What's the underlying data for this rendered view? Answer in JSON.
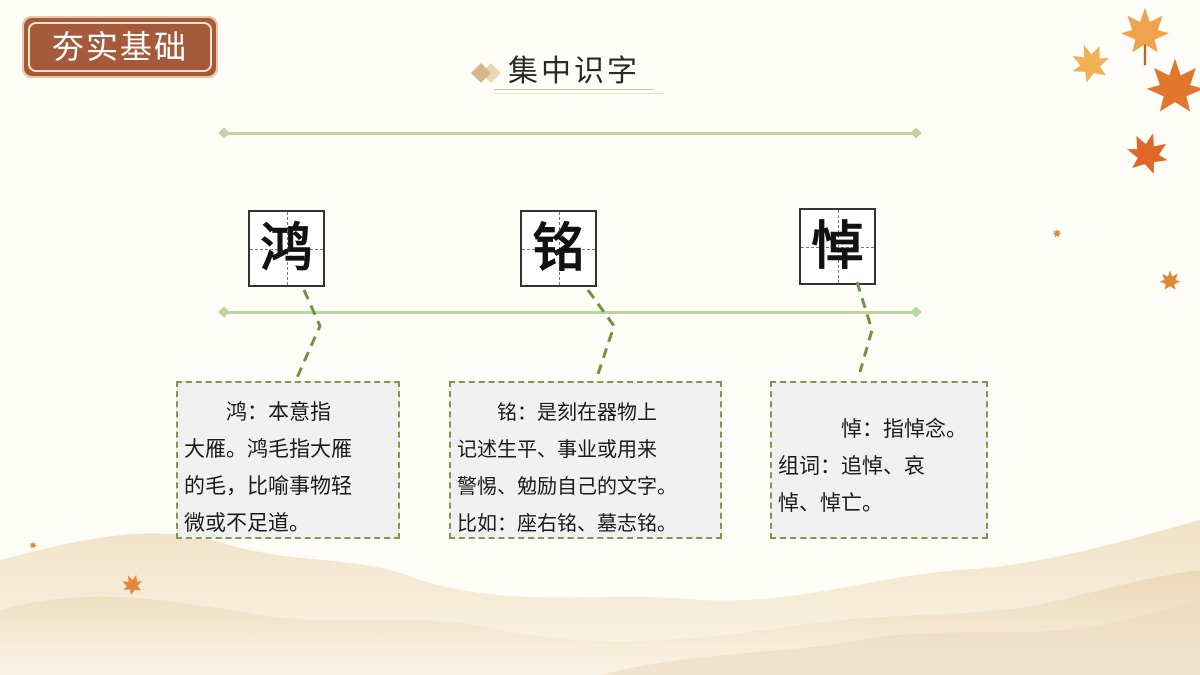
{
  "badge": {
    "label": "夯实基础"
  },
  "section": {
    "title": "集中识字"
  },
  "characters": [
    {
      "char": "鸿",
      "note_lines": [
        "鸿：本意指",
        "大雁。鸿毛指大雁",
        "的毛，比喻事物轻",
        "微或不足道。"
      ]
    },
    {
      "char": "铭",
      "note_lines": [
        "铭：是刻在器物上",
        "记述生平、事业或用来",
        "警惕、勉励自己的文字。",
        "比如：座右铭、墓志铭。"
      ]
    },
    {
      "char": "悼",
      "note_lines": [
        "悼：指悼念。",
        "组词：追悼、哀",
        "悼、悼亡。"
      ]
    }
  ],
  "colors": {
    "accent": "#a55a3c",
    "rule": "#bcd5a2",
    "dashed": "#7a9a4c",
    "leaf": "#e2883a"
  },
  "decor_icons": [
    "maple-leaf-icon",
    "mountain-landscape"
  ]
}
